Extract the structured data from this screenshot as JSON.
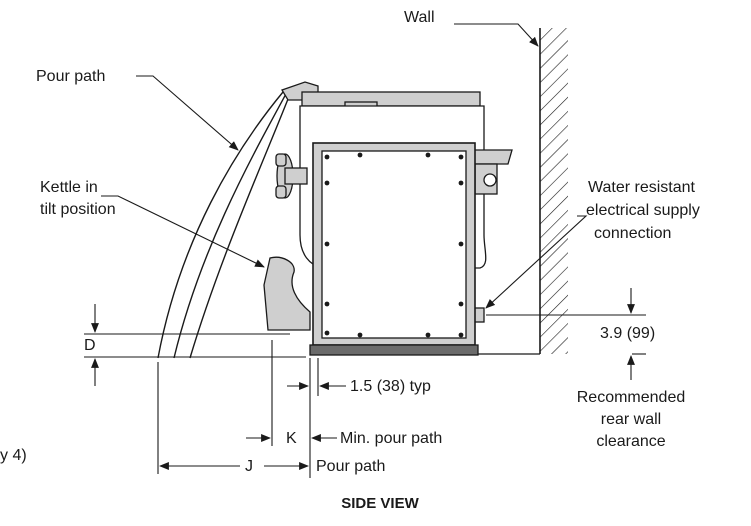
{
  "labels": {
    "wall": "Wall",
    "pour_path_top": "Pour path",
    "kettle_line1": "Kettle in",
    "kettle_line2": "tilt position",
    "water_line1": "Water resistant",
    "water_line2": "electrical supply",
    "water_line3": "connection",
    "clearance_value": "3.9 (99)",
    "rec_line1": "Recommended",
    "rec_line2": "rear wall",
    "rec_line3": "clearance",
    "dim_d": "D",
    "dim_typ": "1.5 (38) typ",
    "dim_k": "K",
    "min_pour": "Min. pour path",
    "dim_j": "J",
    "pour_path_bottom": "Pour path",
    "cut_note": "y 4)",
    "side_view": "SIDE VIEW"
  },
  "colors": {
    "line": "#1a1a1a",
    "body_fill": "#ffffff",
    "shade": "#cfcfcf",
    "dark": "#6b6b6b"
  }
}
